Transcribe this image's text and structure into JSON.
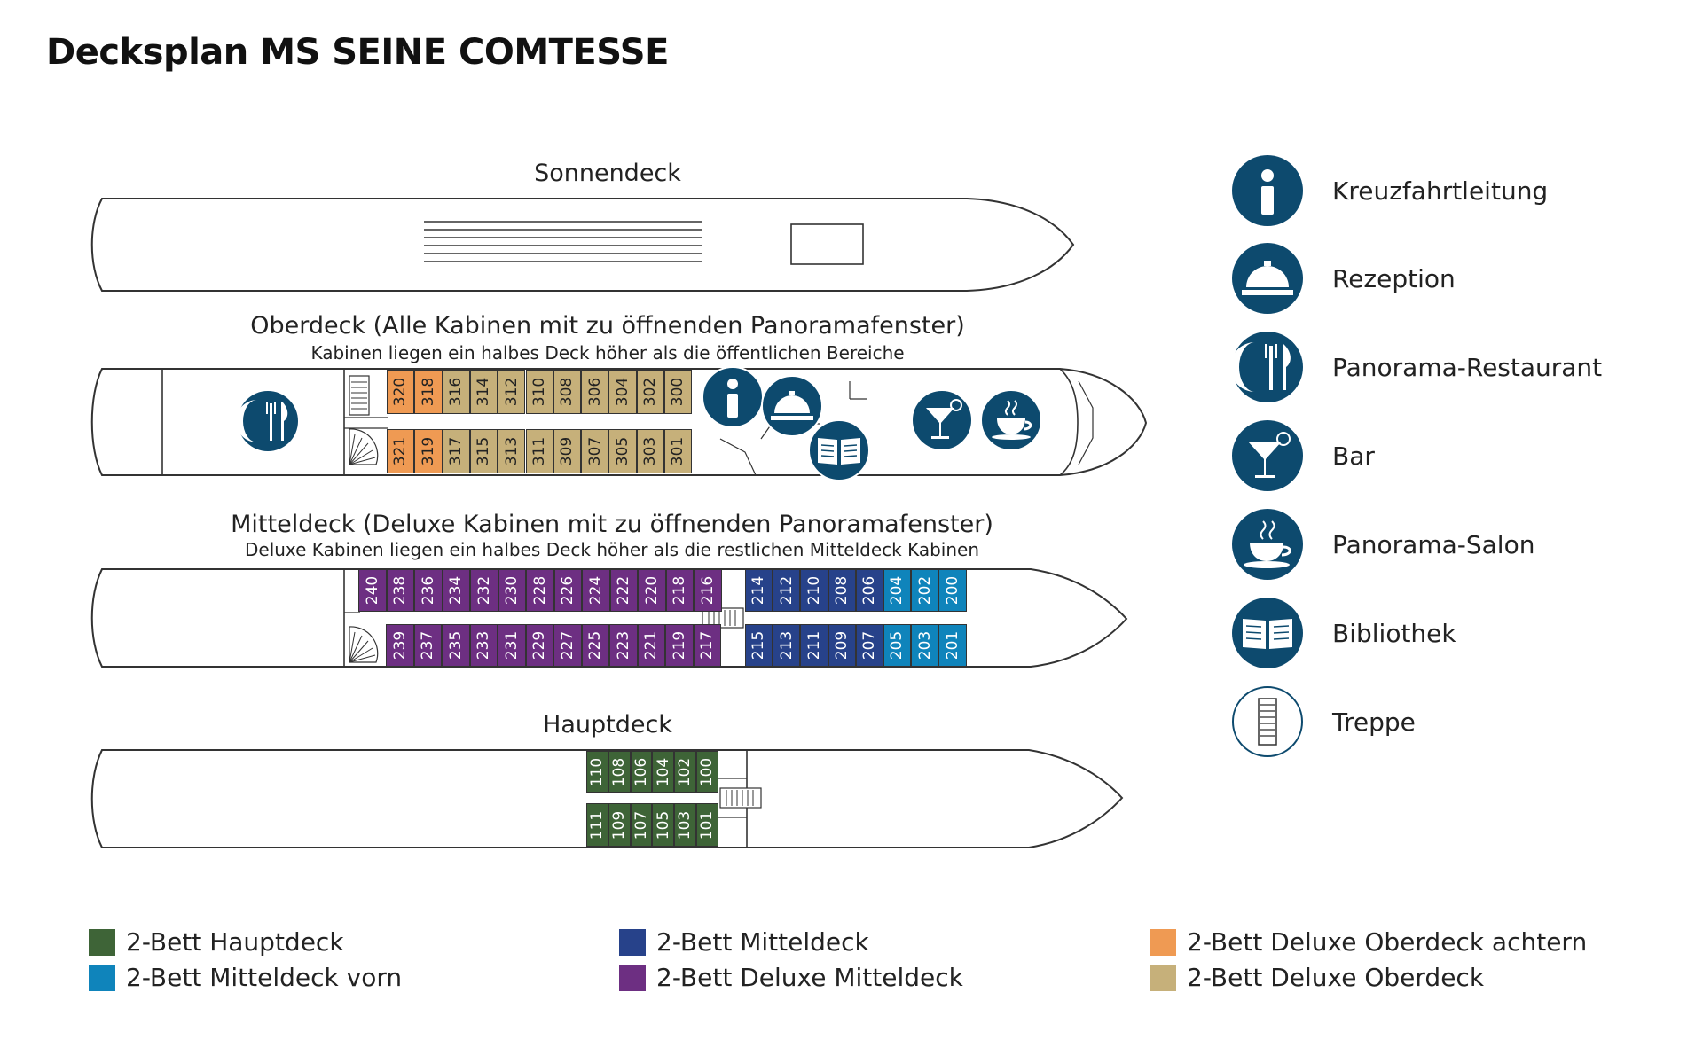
{
  "title": "Decksplan MS SEINE COMTESSE",
  "colors": {
    "hauptdeck": "#3e6437",
    "mitteldeck_vorn": "#0f84bb",
    "mitteldeck": "#27428a",
    "deluxe_mitteldeck": "#6d2f82",
    "deluxe_oberdeck_achtern": "#ef9a53",
    "deluxe_oberdeck": "#c6b07a",
    "icon": "#0d4a6e"
  },
  "decks": {
    "sonnendeck": {
      "label": "Sonnendeck"
    },
    "oberdeck": {
      "label": "Oberdeck (Alle Kabinen mit zu öffnenden Panoramafenster)",
      "sublabel": "Kabinen liegen ein halbes Deck höher als die öffentlichen Bereiche",
      "top_cabins": [
        "320",
        "318",
        "316",
        "314",
        "312",
        "310",
        "308",
        "306",
        "304",
        "302",
        "300"
      ],
      "bottom_cabins": [
        "321",
        "319",
        "317",
        "315",
        "313",
        "311",
        "309",
        "307",
        "305",
        "303",
        "301"
      ]
    },
    "mitteldeck": {
      "label": "Mitteldeck (Deluxe Kabinen mit zu öffnenden Panoramafenster)",
      "sublabel": "Deluxe Kabinen liegen ein halbes Deck höher als die restlichen Mitteldeck Kabinen",
      "top_cabins": [
        "240",
        "238",
        "236",
        "234",
        "232",
        "230",
        "228",
        "226",
        "224",
        "222",
        "220",
        "218",
        "216",
        "214",
        "212",
        "210",
        "208",
        "206",
        "204",
        "202",
        "200"
      ],
      "bottom_cabins": [
        "239",
        "237",
        "235",
        "233",
        "231",
        "229",
        "227",
        "225",
        "223",
        "221",
        "219",
        "217",
        "215",
        "213",
        "211",
        "209",
        "207",
        "205",
        "203",
        "201"
      ]
    },
    "hauptdeck": {
      "label": "Hauptdeck",
      "top_cabins": [
        "110",
        "108",
        "106",
        "104",
        "102",
        "100"
      ],
      "bottom_cabins": [
        "111",
        "109",
        "107",
        "105",
        "103",
        "101"
      ]
    }
  },
  "legend": [
    {
      "icon": "info-icon",
      "label": "Kreuzfahrtleitung"
    },
    {
      "icon": "reception-bell-icon",
      "label": "Rezeption"
    },
    {
      "icon": "restaurant-plate-icon",
      "label": "Panorama-Restaurant"
    },
    {
      "icon": "cocktail-glass-icon",
      "label": "Bar"
    },
    {
      "icon": "coffee-cup-icon",
      "label": "Panorama-Salon"
    },
    {
      "icon": "open-book-icon",
      "label": "Bibliothek"
    },
    {
      "icon": "stairs-icon",
      "label": "Treppe"
    }
  ],
  "cabin_key": [
    {
      "label": "2-Bett Hauptdeck",
      "color": "#3e6437"
    },
    {
      "label": "2-Bett Mitteldeck vorn",
      "color": "#0f84bb"
    },
    {
      "label": "2-Bett Mitteldeck",
      "color": "#27428a"
    },
    {
      "label": "2-Bett Deluxe Mitteldeck",
      "color": "#6d2f82"
    },
    {
      "label": "2-Bett Deluxe Oberdeck achtern",
      "color": "#ef9a53"
    },
    {
      "label": "2-Bett Deluxe Oberdeck",
      "color": "#c6b07a"
    }
  ]
}
